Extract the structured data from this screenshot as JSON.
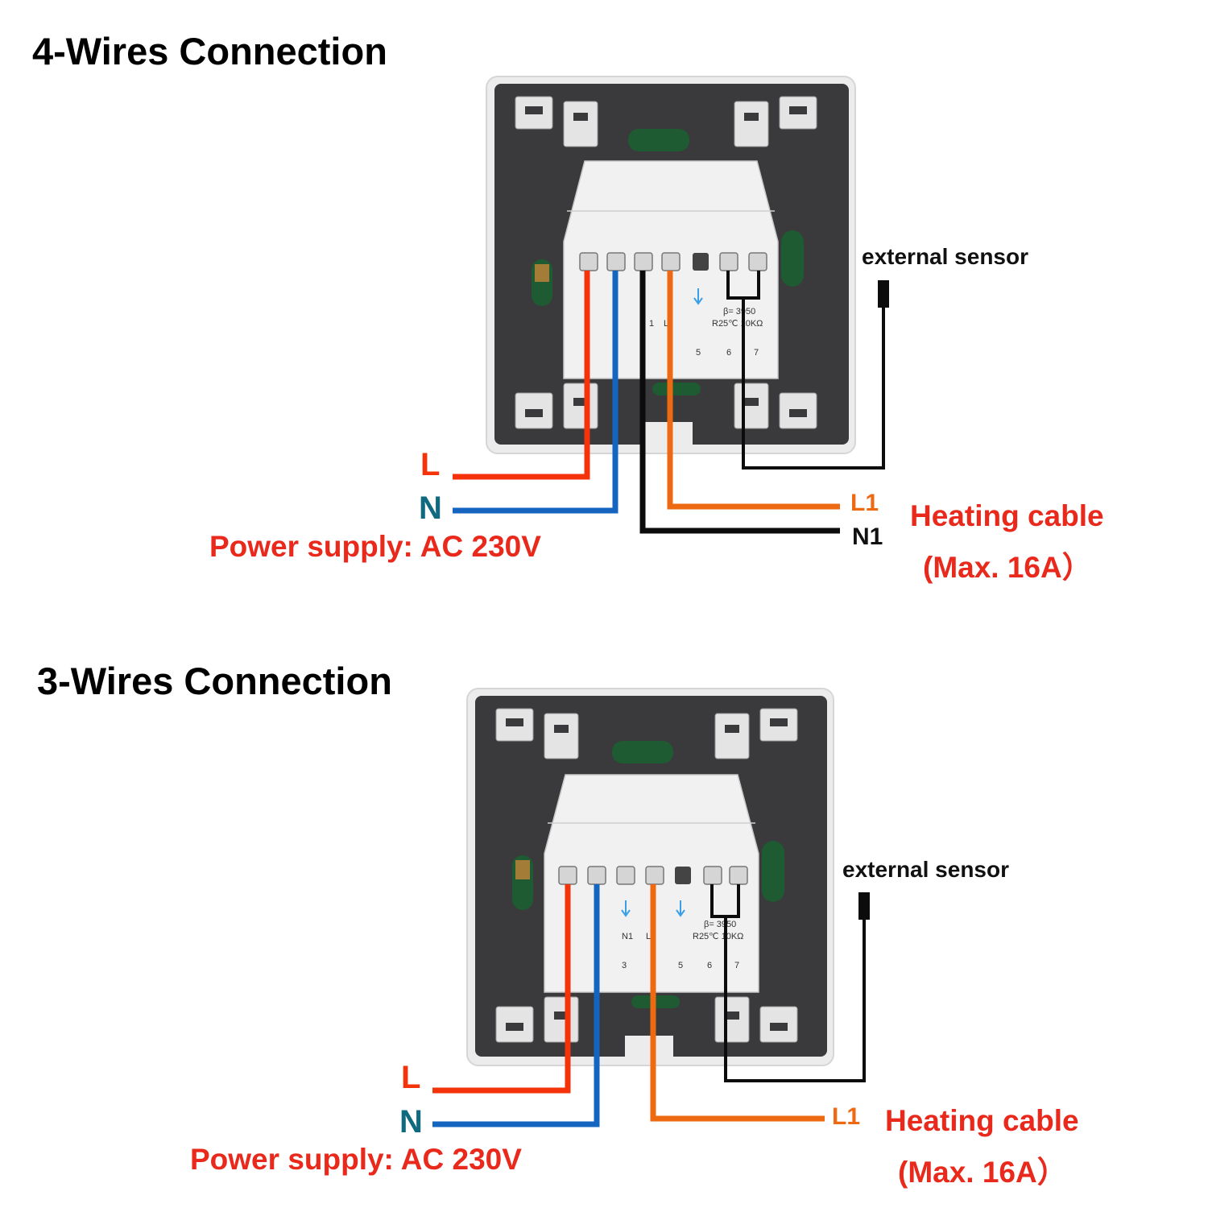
{
  "colors": {
    "live": "#f5330b",
    "neutral": "#1565c0",
    "neutral_label": "#0f6a80",
    "load": "#ee6a12",
    "sensor": "#0c0c0c",
    "power_text": "#e8291b",
    "frame": "#3a3a3c",
    "plate": "#ececec",
    "terminal_block": "#f1f1f1",
    "accent_green": "#1e5a32",
    "arrow": "#39a0e8"
  },
  "diagram_4wire": {
    "title": "4-Wires Connection",
    "label_l": "L",
    "label_n": "N",
    "power_supply": "Power supply: AC 230V",
    "label_l1": "L1",
    "label_n1": "N1",
    "heating_cable": "Heating cable",
    "heating_max": "(Max. 16A）",
    "external_sensor": "external sensor",
    "block_labels": {
      "beta": "β= 3950",
      "r25": "R25℃ 10KΩ",
      "t1": "1",
      "tL": "L",
      "t5": "5",
      "t6": "6",
      "t7": "7"
    }
  },
  "diagram_3wire": {
    "title": "3-Wires Connection",
    "label_l": "L",
    "label_n": "N",
    "power_supply": "Power supply: AC 230V",
    "label_l1": "L1",
    "heating_cable": "Heating cable",
    "heating_max": "(Max. 16A）",
    "external_sensor": "external sensor",
    "block_labels": {
      "beta": "β= 3950",
      "r25": "R25℃ 10KΩ",
      "tN1": "N1",
      "tL": "L",
      "t3": "3",
      "t5": "5",
      "t6": "6",
      "t7": "7"
    }
  }
}
